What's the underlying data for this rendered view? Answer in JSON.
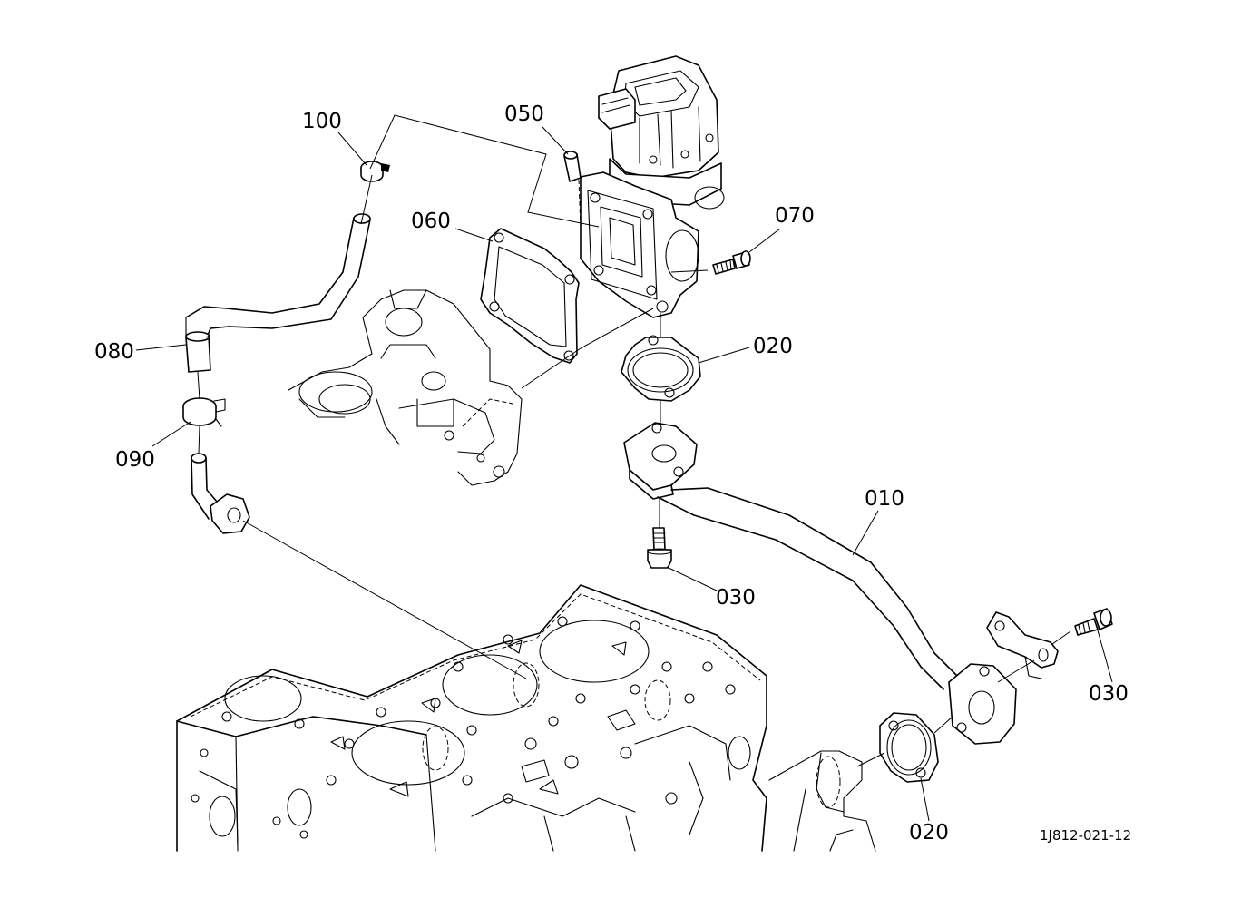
{
  "callouts": {
    "c100": "100",
    "c050": "050",
    "c060": "060",
    "c070": "070",
    "c080": "080",
    "c020_upper": "020",
    "c090": "090",
    "c010": "010",
    "c030_lower": "030",
    "c030_right": "030",
    "c020_lower": "020"
  },
  "drawing_reference": "1J812-021-12"
}
